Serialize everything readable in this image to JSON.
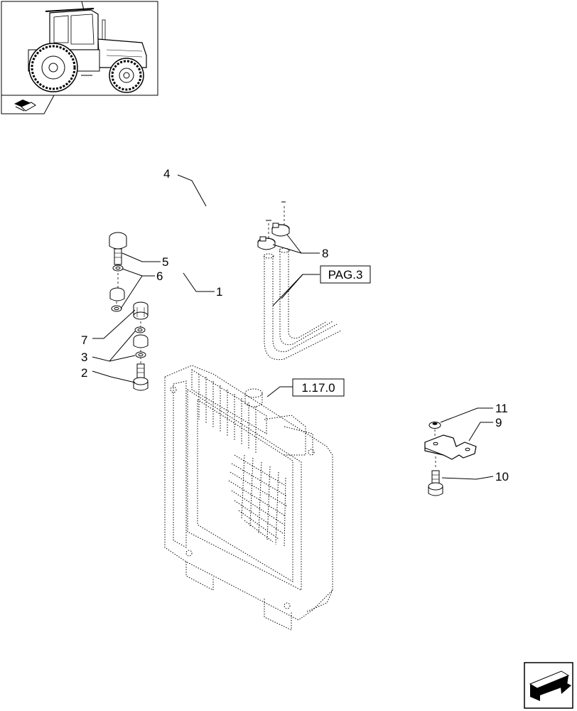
{
  "callouts": {
    "c1": "1",
    "c2": "2",
    "c3": "3",
    "c4": "4",
    "c5": "5",
    "c6": "6",
    "c7": "7",
    "c8": "8",
    "c9": "9",
    "c10": "10",
    "c11": "11"
  },
  "references": {
    "pag3": "PAG.3",
    "section_1170": "1.17.0"
  },
  "icons": {
    "thumbnail": "tractor-thumbnail-icon",
    "book": "book-reference-icon",
    "next_page": "next-page-arrow-icon"
  }
}
